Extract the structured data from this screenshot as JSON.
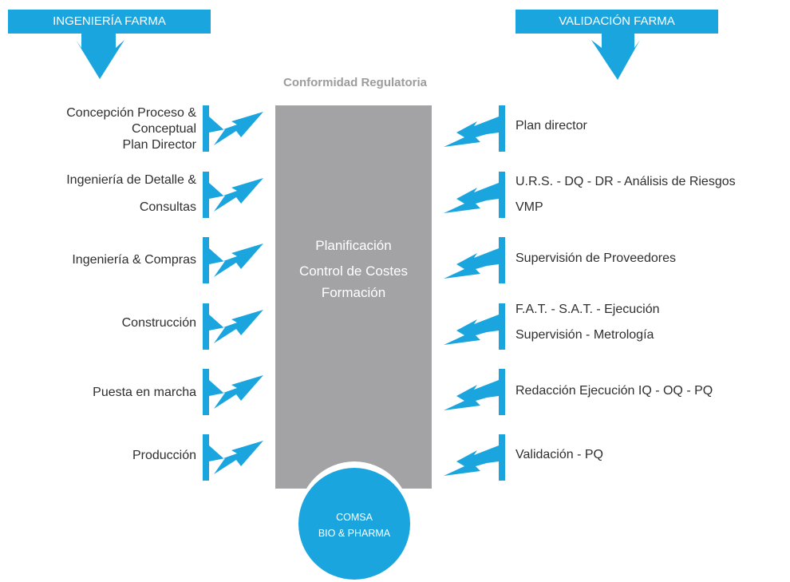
{
  "header": {
    "left_banner": "INGENIERÍA FARMA",
    "right_banner": "VALIDACIÓN FARMA"
  },
  "center": {
    "title": "Conformidad Regulatoria",
    "lines": [
      "Planificación",
      "Control de Costes",
      "Formación"
    ],
    "badge_lines": [
      "COMSA",
      "BIO & PHARMA"
    ]
  },
  "left_items": [
    {
      "lines": [
        "Concepción Proceso &",
        "Conceptual",
        "Plan Director"
      ]
    },
    {
      "lines": [
        "Ingeniería de Detalle &",
        "Consultas"
      ]
    },
    {
      "lines": [
        "Ingeniería & Compras"
      ]
    },
    {
      "lines": [
        "Construcción"
      ]
    },
    {
      "lines": [
        "Puesta en marcha"
      ]
    },
    {
      "lines": [
        "Producción"
      ]
    }
  ],
  "right_items": [
    {
      "lines": [
        "Plan director"
      ]
    },
    {
      "lines": [
        "U.R.S. - DQ - DR - Análisis de Riesgos",
        "VMP"
      ]
    },
    {
      "lines": [
        "Supervisión de Proveedores"
      ]
    },
    {
      "lines": [
        "F.A.T. - S.A.T. - Ejecución",
        "Supervisión - Metrología"
      ]
    },
    {
      "lines": [
        "Redacción Ejecución IQ - OQ - PQ"
      ]
    },
    {
      "lines": [
        "Validación - PQ"
      ]
    }
  ],
  "colors": {
    "accent": "#1aa5df",
    "center_box": "#a3a2a4",
    "title_gray": "#9c9c9c",
    "text": "#2f2f2f"
  }
}
